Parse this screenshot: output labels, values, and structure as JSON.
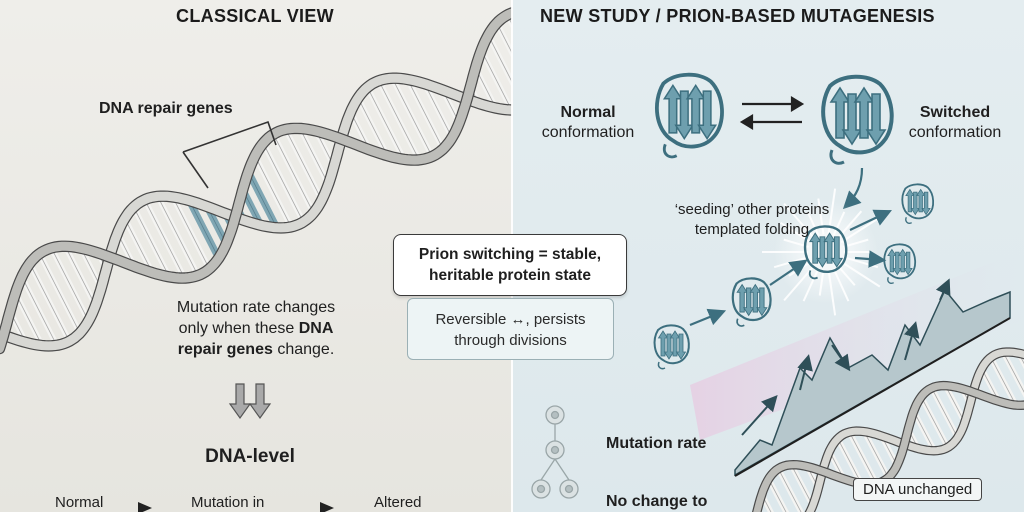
{
  "left": {
    "title": "CLASSICAL VIEW",
    "repair_label": "DNA repair genes",
    "mutation_note": {
      "line1": "Mutation rate changes",
      "line2_a": "only when these ",
      "line2_b": "DNA",
      "line3_a": "repair genes",
      "line3_b": " change."
    },
    "dna_level": "DNA-level",
    "flow": [
      "Normal",
      "Mutation in",
      "Altered"
    ]
  },
  "right": {
    "title": "NEW STUDY / PRION-BASED MUTAGENESIS",
    "normal_conf": {
      "line1": "Normal",
      "line2": "conformation"
    },
    "switched_conf": {
      "line1": "Switched",
      "line2": "conformation"
    },
    "seeding": {
      "line1": "‘seeding’ other proteins",
      "line2": "templated folding"
    },
    "mutation_rate": "Mutation rate",
    "no_change": "No change to",
    "dna_unchanged": "DNA unchanged"
  },
  "center": {
    "callout": {
      "line1": "Prion switching = stable,",
      "line2": "heritable protein state"
    },
    "sub": {
      "line1": "Reversible ↔, persists",
      "line2": "through divisions"
    }
  },
  "colors": {
    "dna_outline": "#555555",
    "dna_fill": "#cfcfcc",
    "repair_highlight": "#7fa6b3",
    "protein": "#6e9fae",
    "protein_dark": "#3d6f7f",
    "trend_fill": "#b9c9cd",
    "band": "#e3cfe3"
  }
}
